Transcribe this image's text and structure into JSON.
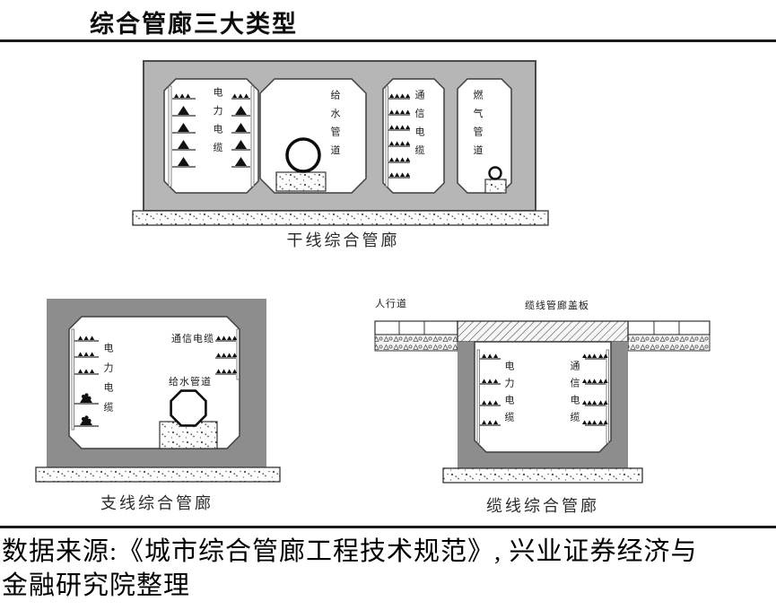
{
  "page": {
    "title": "综合管廊三大类型",
    "source": {
      "line1": "数据来源:《城市综合管廊工程技术规范》, 兴业证券经济与",
      "line2": "金融研究院整理"
    }
  },
  "figures": {
    "trunk": {
      "caption": "干线综合管廊",
      "labels": {
        "power_cable": "电力电缆",
        "water_pipe": "给水管道",
        "telecom_cable": "通信电缆",
        "gas_pipe": "燃气管道"
      }
    },
    "branch": {
      "caption": "支线综合管廊",
      "labels": {
        "power_cable": "电力电缆",
        "telecom_cable": "通信电缆",
        "water_pipe": "给水管道"
      }
    },
    "cable": {
      "caption": "缆线综合管廊",
      "labels": {
        "sidewalk": "人行道",
        "cover_plate": "缆线管廊盖板",
        "power_cable": "电力电缆",
        "telecom_cable": "通信电缆"
      }
    }
  },
  "colors": {
    "trunk_wall_gray": "#b6b6b6",
    "dark_wall_gray": "#8d8d8d",
    "line_black": "#1a1a1a",
    "cable_black": "#111111",
    "chamber_white": "#ffffff"
  }
}
